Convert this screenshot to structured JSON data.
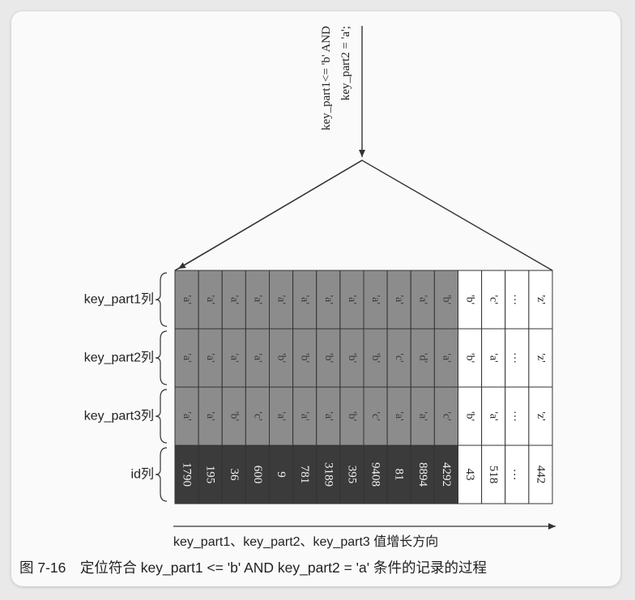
{
  "query": {
    "line1": "key_part1<= 'b' AND",
    "line2": "key_part2 = 'a';"
  },
  "row_labels": [
    "key_part1列",
    "key_part2列",
    "key_part3列",
    "id列"
  ],
  "columns": [
    {
      "kp1": "'a'",
      "kp2": "'a'",
      "kp3": "'a'",
      "id": "1790",
      "style": "match"
    },
    {
      "kp1": "'a'",
      "kp2": "'a'",
      "kp3": "'a'",
      "id": "195",
      "style": "match"
    },
    {
      "kp1": "'a'",
      "kp2": "'a'",
      "kp3": "'b'",
      "id": "36",
      "style": "match"
    },
    {
      "kp1": "'a'",
      "kp2": "'a'",
      "kp3": "'c'",
      "id": "600",
      "style": "match"
    },
    {
      "kp1": "'a'",
      "kp2": "'b'",
      "kp3": "'a'",
      "id": "9",
      "style": "match"
    },
    {
      "kp1": "'a'",
      "kp2": "'b'",
      "kp3": "'a'",
      "id": "781",
      "style": "match"
    },
    {
      "kp1": "'a'",
      "kp2": "'b'",
      "kp3": "'a'",
      "id": "3189",
      "style": "match"
    },
    {
      "kp1": "'a'",
      "kp2": "'b'",
      "kp3": "'b'",
      "id": "395",
      "style": "match"
    },
    {
      "kp1": "'a'",
      "kp2": "'b'",
      "kp3": "'c'",
      "id": "9408",
      "style": "match"
    },
    {
      "kp1": "'a'",
      "kp2": "'c'",
      "kp3": "'a'",
      "id": "81",
      "style": "match"
    },
    {
      "kp1": "'a'",
      "kp2": "'d'",
      "kp3": "'a'",
      "id": "8894",
      "style": "match"
    },
    {
      "kp1": "'b'",
      "kp2": "'a'",
      "kp3": "'c'",
      "id": "4292",
      "style": "match"
    },
    {
      "kp1": "'b'",
      "kp2": "'b'",
      "kp3": "'b'",
      "id": "43",
      "style": "plain"
    },
    {
      "kp1": "'c'",
      "kp2": "'a'",
      "kp3": "'a'",
      "id": "518",
      "style": "plain"
    },
    {
      "kp1": "…",
      "kp2": "…",
      "kp3": "…",
      "id": "…",
      "style": "plain"
    },
    {
      "kp1": "'z'",
      "kp2": "'z'",
      "kp3": "'z'",
      "id": "442",
      "style": "plain"
    }
  ],
  "axis_label": "key_part1、key_part2、key_part3 值增长方向",
  "caption": "图 7-16　定位符合 key_part1 <= 'b' AND key_part2 = 'a' 条件的记录的过程",
  "colors": {
    "index_shade": "#8c8c8c",
    "id_shade": "#3b3b3b",
    "plain": "#ffffff",
    "line": "#333333"
  }
}
